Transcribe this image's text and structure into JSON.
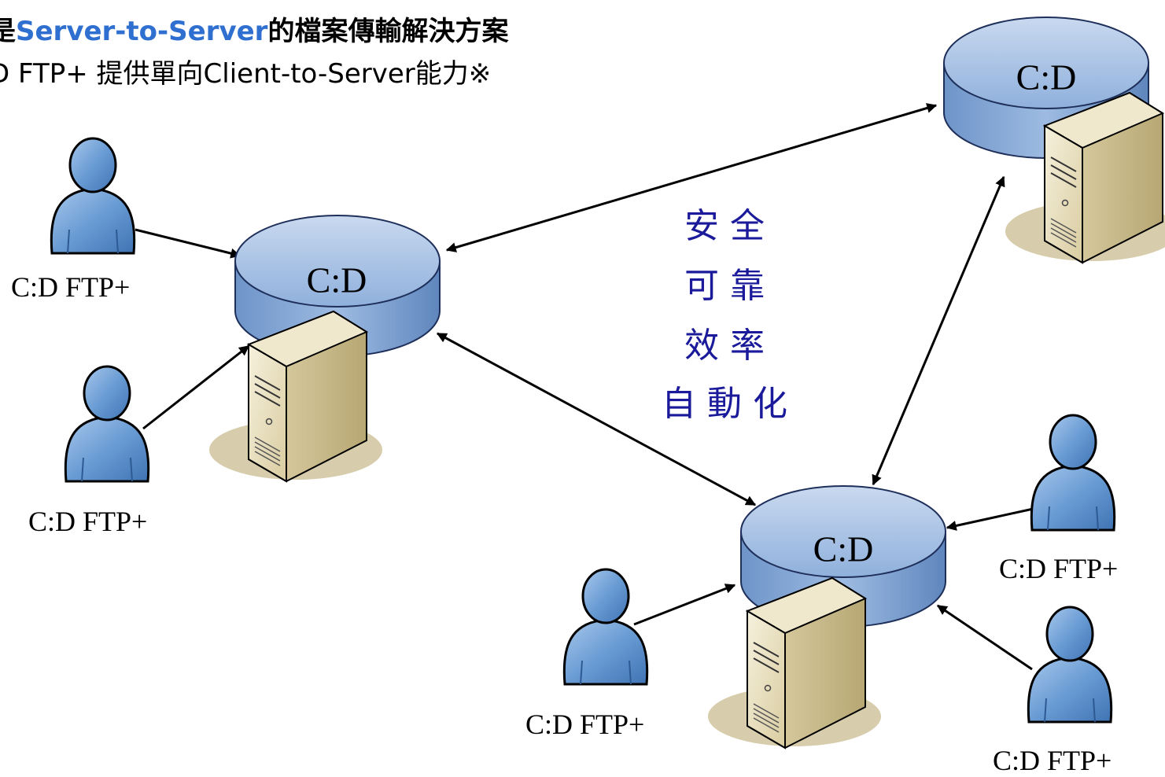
{
  "header": {
    "line1_prefix": "是",
    "line1_highlight": "Server-to-Server",
    "line1_suffix": "的檔案傳輸解決方案",
    "line2": "D FTP+ 提供單向Client-to-Server能力※"
  },
  "nodes": [
    {
      "id": "node-center",
      "label": "C:D"
    },
    {
      "id": "node-right-top",
      "label": "C:D"
    },
    {
      "id": "node-bottom",
      "label": "C:D"
    }
  ],
  "clients": [
    {
      "id": "client-left-top",
      "label": "C:D FTP+"
    },
    {
      "id": "client-left-bottom",
      "label": "C:D FTP+"
    },
    {
      "id": "client-bottom-left",
      "label": "C:D FTP+"
    },
    {
      "id": "client-right-mid",
      "label": "C:D FTP+"
    },
    {
      "id": "client-right-bottom",
      "label": "C:D FTP+"
    }
  ],
  "qualities": [
    "安全",
    "可靠",
    "效率",
    "自動化"
  ],
  "colors": {
    "highlight": "#2F6FD0",
    "quality_text": "#1A1A9A",
    "cylinder_fill": "#7EA4D6",
    "person_fill": "#5F92CC",
    "server_fill": "#E6DDB8"
  }
}
